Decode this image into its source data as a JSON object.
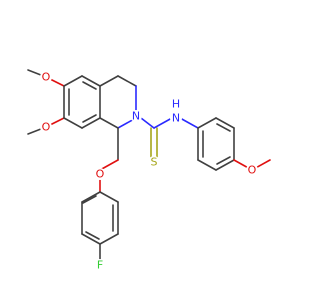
{
  "molecule": {
    "atoms": [
      {
        "id": "o6",
        "label": "O",
        "color": "#e01010"
      },
      {
        "id": "o7",
        "label": "O",
        "color": "#e01010"
      },
      {
        "id": "o_link",
        "label": "O",
        "color": "#e01010"
      },
      {
        "id": "f",
        "label": "F",
        "color": "#33cc33"
      },
      {
        "id": "n2",
        "label": "N",
        "color": "#2a2aff"
      },
      {
        "id": "nh",
        "label": "N",
        "color": "#2a2aff"
      },
      {
        "id": "h_nh",
        "label": "H",
        "color": "#2a2aff"
      },
      {
        "id": "s",
        "label": "S",
        "color": "#a6a61a"
      },
      {
        "id": "o_para",
        "label": "O",
        "color": "#e01010"
      }
    ]
  }
}
